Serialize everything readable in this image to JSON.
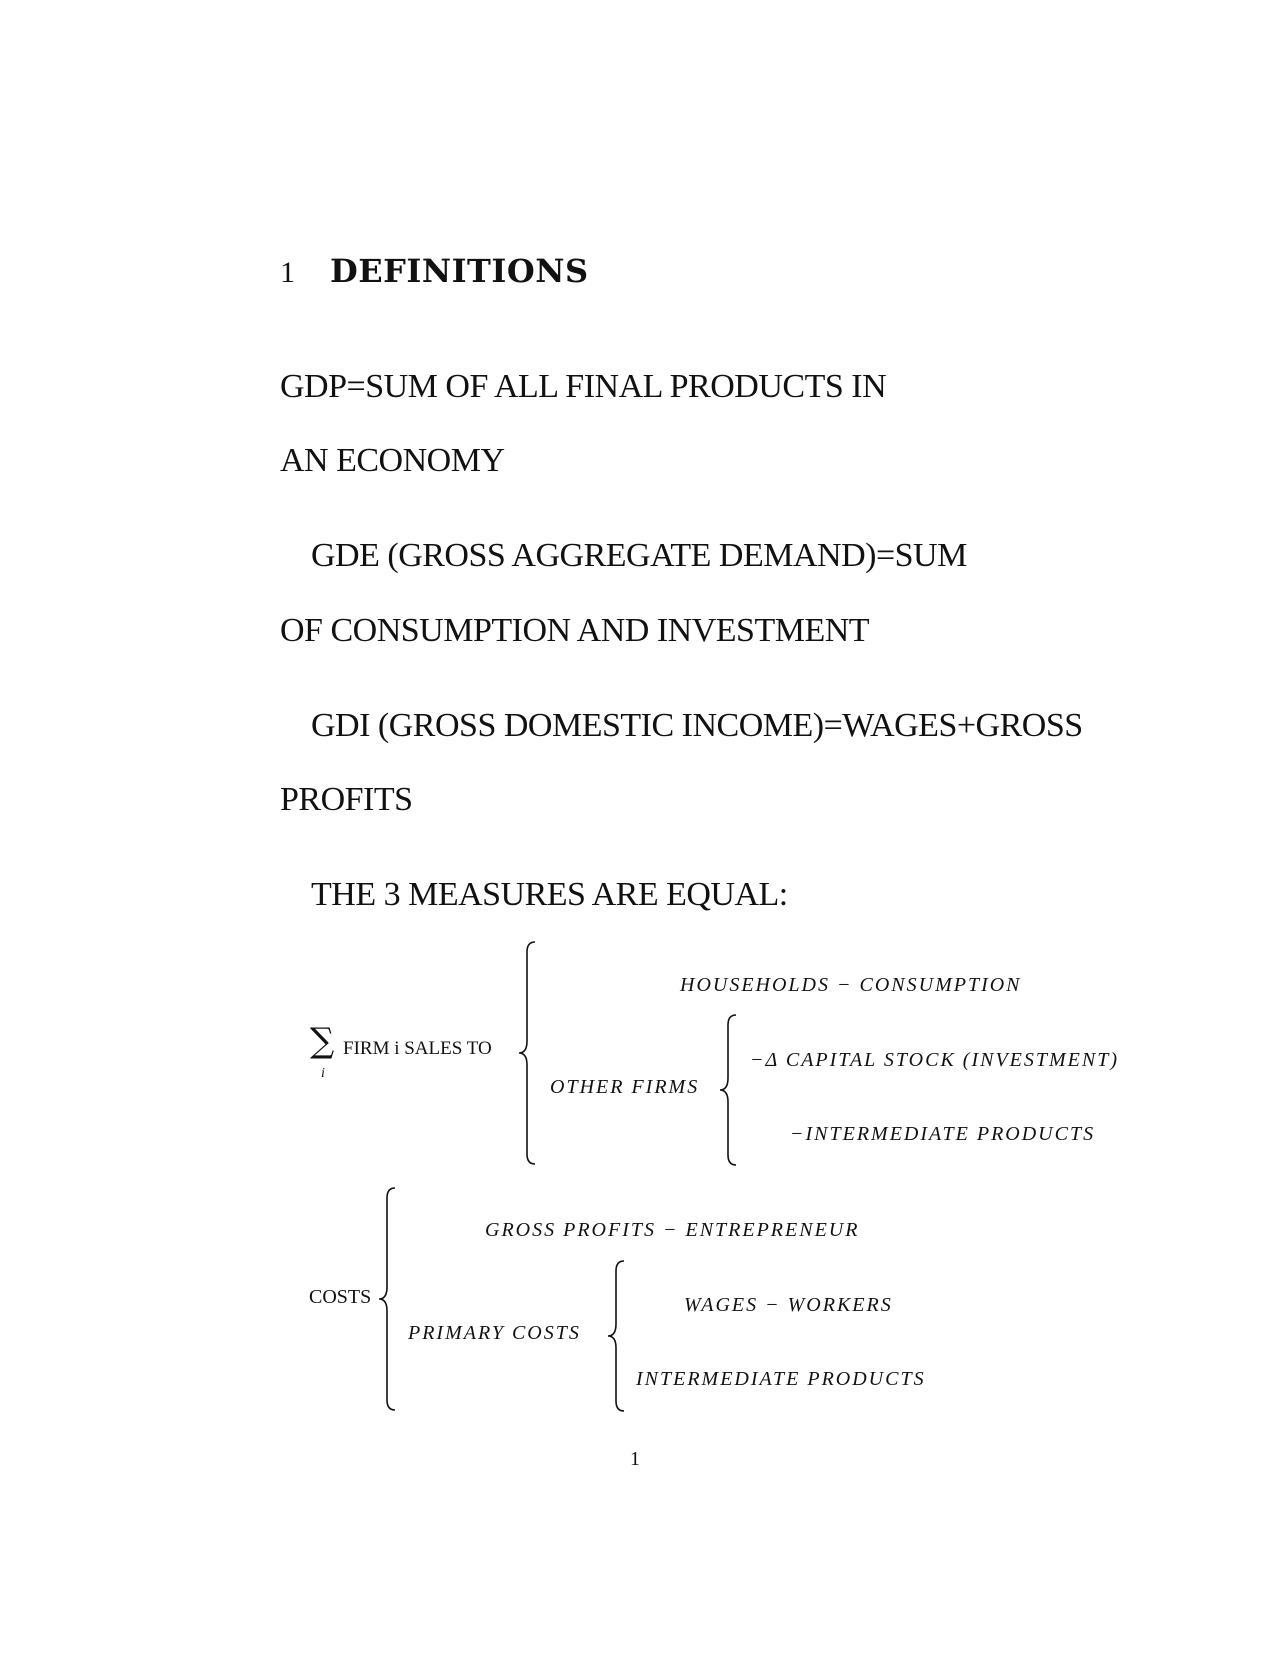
{
  "section": {
    "number": "1",
    "title": "DEFINITIONS"
  },
  "paragraphs": {
    "gdp_line1": "GDP=SUM  OF  ALL  FINAL  PRODUCTS  IN",
    "gdp_line2": "AN ECONOMY",
    "gde_line1": "GDE (GROSS AGGREGATE DEMAND)=SUM",
    "gde_line2": "OF CONSUMPTION AND INVESTMENT",
    "gdi_line1": "GDI (GROSS DOMESTIC INCOME)=WAGES+GROSS",
    "gdi_line2": "PROFITS",
    "equal": "THE 3 MEASURES ARE EQUAL:"
  },
  "sales_diagram": {
    "sum_symbol": "∑",
    "sum_index": "i",
    "root": "FIRM i SALES TO",
    "households": "HOUSEHOLDS − CONSUMPTION",
    "other_firms": "OTHER FIRMS",
    "capital_stock": "−Δ CAPITAL STOCK (INVESTMENT)",
    "intermediate": "−INTERMEDIATE PRODUCTS"
  },
  "costs_diagram": {
    "root": "COSTS",
    "gross_profits": "GROSS PROFITS − ENTREPRENEUR",
    "primary_costs": "PRIMARY COSTS",
    "wages": "WAGES − WORKERS",
    "intermediate": "INTERMEDIATE PRODUCTS"
  },
  "page_number": "1"
}
